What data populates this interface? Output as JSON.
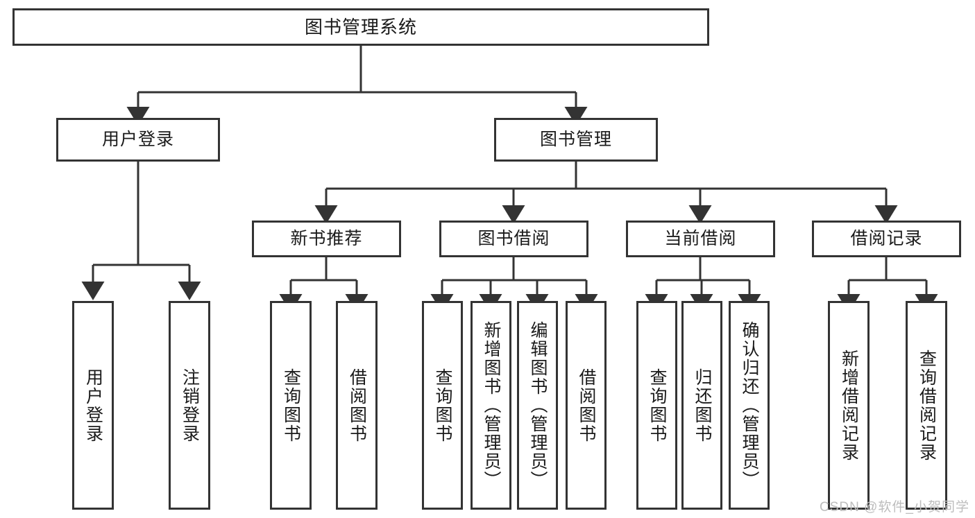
{
  "diagram": {
    "title": "图书管理系统",
    "type": "tree",
    "watermark": "CSDN @软件_小贺同学",
    "colors": {
      "stroke": "#333333",
      "fill": "#ffffff",
      "text": "#1a1a1a",
      "watermark": "#bdbdbd"
    },
    "nodes": {
      "root": {
        "label": "图书管理系统"
      },
      "level2": [
        {
          "id": "user-login",
          "label": "用户登录"
        },
        {
          "id": "book-manage",
          "label": "图书管理"
        }
      ],
      "level3": [
        {
          "id": "new-book-recommend",
          "label": "新书推荐"
        },
        {
          "id": "book-borrow",
          "label": "图书借阅"
        },
        {
          "id": "current-borrow",
          "label": "当前借阅"
        },
        {
          "id": "borrow-record",
          "label": "借阅记录"
        }
      ],
      "leaves": {
        "user-login": [
          {
            "id": "leaf-user-login",
            "label": "用户登录"
          },
          {
            "id": "leaf-user-logout",
            "label": "注销登录"
          }
        ],
        "new-book-recommend": [
          {
            "id": "leaf-query-book-1",
            "label": "查询图书"
          },
          {
            "id": "leaf-borrow-book-1",
            "label": "借阅图书"
          }
        ],
        "book-borrow": [
          {
            "id": "leaf-query-book-2",
            "label": "查询图书"
          },
          {
            "id": "leaf-add-book",
            "label": "新增图书（管理员）"
          },
          {
            "id": "leaf-edit-book",
            "label": "编辑图书（管理员）"
          },
          {
            "id": "leaf-borrow-book-2",
            "label": "借阅图书"
          }
        ],
        "current-borrow": [
          {
            "id": "leaf-query-book-3",
            "label": "查询图书"
          },
          {
            "id": "leaf-return-book",
            "label": "归还图书"
          },
          {
            "id": "leaf-confirm-return",
            "label": "确认归还（管理员）"
          }
        ],
        "borrow-record": [
          {
            "id": "leaf-add-record",
            "label": "新增借阅记录"
          },
          {
            "id": "leaf-query-record",
            "label": "查询借阅记录"
          }
        ]
      }
    }
  }
}
